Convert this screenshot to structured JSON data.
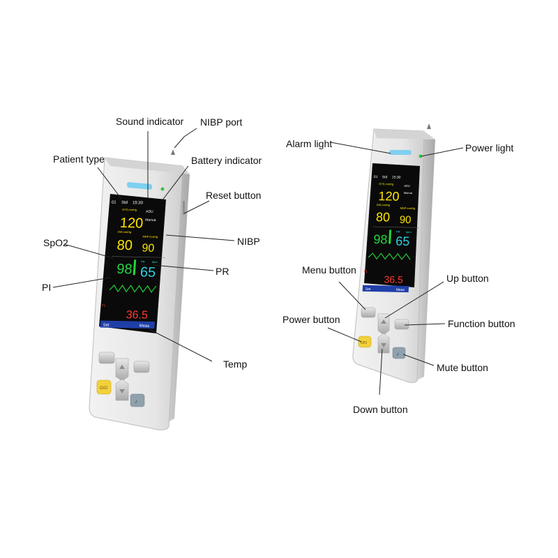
{
  "callouts": {
    "sound_indicator": "Sound indicator",
    "nibp_port": "NIBP port",
    "patient_type": "Patient type",
    "battery_indicator": "Battery indicator",
    "reset_button": "Reset button",
    "spo2": "SpO2",
    "nibp": "NIBP",
    "pr": "PR",
    "pi": "PI",
    "temp": "Temp",
    "alarm_light": "Alarm light",
    "power_light": "Power light",
    "menu_button": "Menu button",
    "up_button": "Up button",
    "power_button": "Power button",
    "function_button": "Function button",
    "mute_button": "Mute button",
    "down_button": "Down button"
  },
  "screen": {
    "status_bed": "01",
    "status_patient": "Std",
    "status_time": "15:30",
    "sys_label": "SYS mmHg",
    "sys_value": "120",
    "dia_label": "DIA mmHg",
    "dia_value": "80",
    "map_label": "MAP mmHg",
    "map_value": "90",
    "adu_label": "ADU",
    "mode_label": "Manua",
    "spo2_value": "98",
    "pr_label": "PR",
    "pr_unit": "bpm",
    "pr_value": "65",
    "temp_label": "T1",
    "temp_value": "36.5",
    "softkey_left": "Set",
    "softkey_right": "Meas",
    "power_key": "O/O"
  },
  "colors": {
    "screen_bg": "#0a0a0a",
    "nibp_value": "#ffe600",
    "spo2_value": "#22d63c",
    "pr_value": "#2fd0e0",
    "temp_value": "#ff3b2f",
    "softkey_bar": "#1f3fa8",
    "alarm_light": "#7fd0f0",
    "power_light": "#36c43a",
    "power_button": "#f2d13a"
  }
}
